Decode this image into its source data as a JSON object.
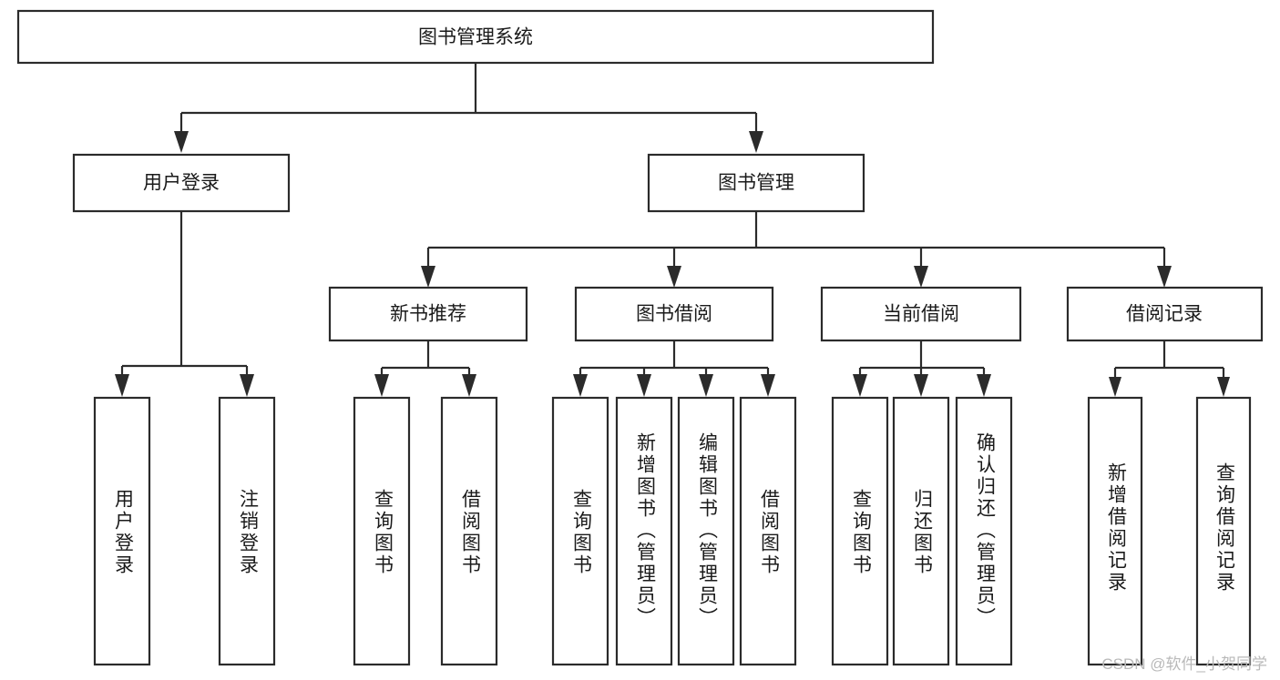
{
  "diagram": {
    "type": "tree",
    "title": "图书管理系统",
    "watermark": "CSDN @软件_小贺同学",
    "colors": {
      "stroke": "#2b2b2b",
      "fill": "#ffffff",
      "text": "#1a1a1a",
      "watermark": "#b9b9b9"
    },
    "nodes": {
      "root": {
        "label": "图书管理系统"
      },
      "level2": [
        {
          "id": "user-login",
          "label": "用户登录"
        },
        {
          "id": "book-manage",
          "label": "图书管理"
        }
      ],
      "level3": [
        {
          "id": "new-book-rec",
          "label": "新书推荐"
        },
        {
          "id": "book-borrow",
          "label": "图书借阅"
        },
        {
          "id": "current-borrow",
          "label": "当前借阅"
        },
        {
          "id": "borrow-record",
          "label": "借阅记录"
        }
      ],
      "leaves": {
        "user-login": [
          {
            "id": "leaf-user-login",
            "label": "用户登录"
          },
          {
            "id": "leaf-logout-login",
            "label": "注销登录"
          }
        ],
        "new-book-rec": [
          {
            "id": "leaf-query-book-1",
            "label": "查询图书"
          },
          {
            "id": "leaf-borrow-book-1",
            "label": "借阅图书"
          }
        ],
        "book-borrow": [
          {
            "id": "leaf-query-book-2",
            "label": "查询图书"
          },
          {
            "id": "leaf-add-book",
            "label": "新增图书（管理员）"
          },
          {
            "id": "leaf-edit-book",
            "label": "编辑图书（管理员）"
          },
          {
            "id": "leaf-borrow-book-2",
            "label": "借阅图书"
          }
        ],
        "current-borrow": [
          {
            "id": "leaf-query-book-3",
            "label": "查询图书"
          },
          {
            "id": "leaf-return-book",
            "label": "归还图书"
          },
          {
            "id": "leaf-confirm-return",
            "label": "确认归还（管理员）"
          }
        ],
        "borrow-record": [
          {
            "id": "leaf-add-record",
            "label": "新增借阅记录"
          },
          {
            "id": "leaf-query-record",
            "label": "查询借阅记录"
          }
        ]
      }
    }
  }
}
